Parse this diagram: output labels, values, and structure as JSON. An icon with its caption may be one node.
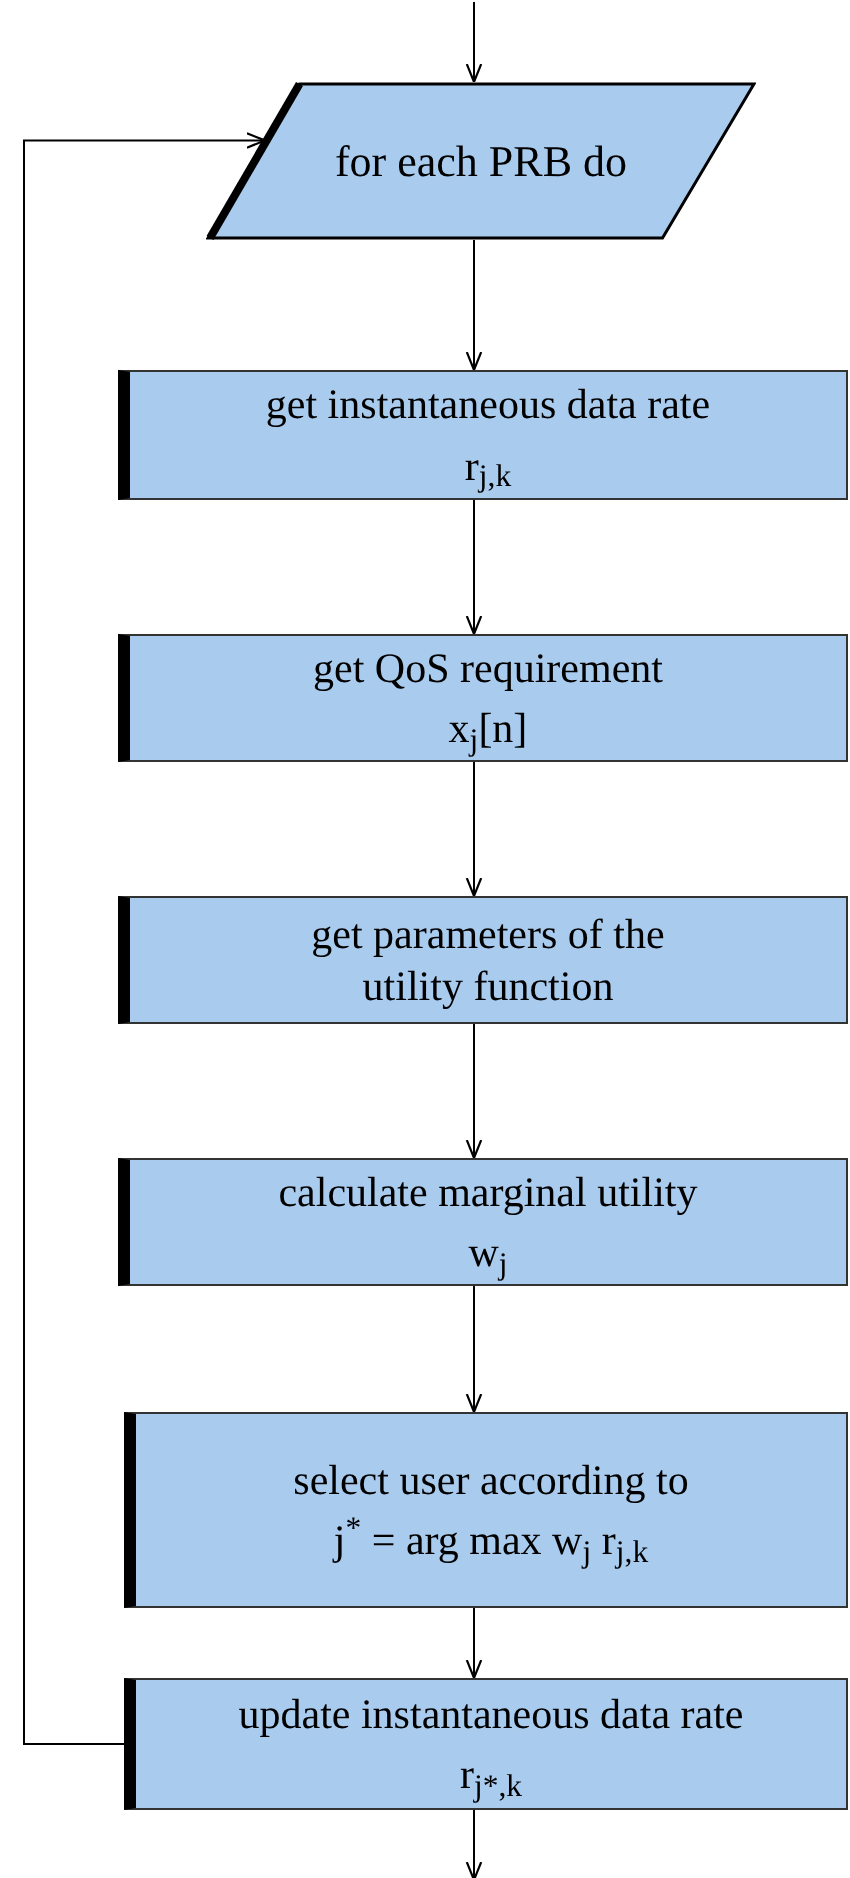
{
  "diagram": {
    "nodes": [
      {
        "text": [
          "for each PRB do"
        ]
      },
      {
        "text": [
          "get instantaneous data rate",
          "r$_{j,k}$"
        ]
      },
      {
        "text": [
          "get QoS requirement",
          "x$_{j}$[n]"
        ]
      },
      {
        "text": [
          "get parameters of the utility function"
        ]
      },
      {
        "text": [
          "calculate marginal utility",
          "w$_{j}$"
        ]
      },
      {
        "text": [
          "select user according to",
          "j$^{*}$ = arg max w$_{j}$ r$_{j,k}$"
        ]
      },
      {
        "text": [
          "update instantaneous data rate",
          "r$_{j*,k}$"
        ]
      }
    ],
    "edges": [
      {
        "from": null,
        "to": 0,
        "arrow": "to"
      },
      {
        "from": 0,
        "to": 1,
        "arrow": "to"
      },
      {
        "from": 1,
        "to": 2,
        "arrow": "to"
      },
      {
        "from": 2,
        "to": 3,
        "arrow": "to"
      },
      {
        "from": 3,
        "to": 4,
        "arrow": "to"
      },
      {
        "from": 4,
        "to": 5,
        "arrow": "to"
      },
      {
        "from": 5,
        "to": 6,
        "arrow": "to"
      },
      {
        "from": 6,
        "to": null,
        "arrow": "to"
      },
      {
        "from": 6,
        "to": 0,
        "arrow": "to"
      }
    ]
  }
}
